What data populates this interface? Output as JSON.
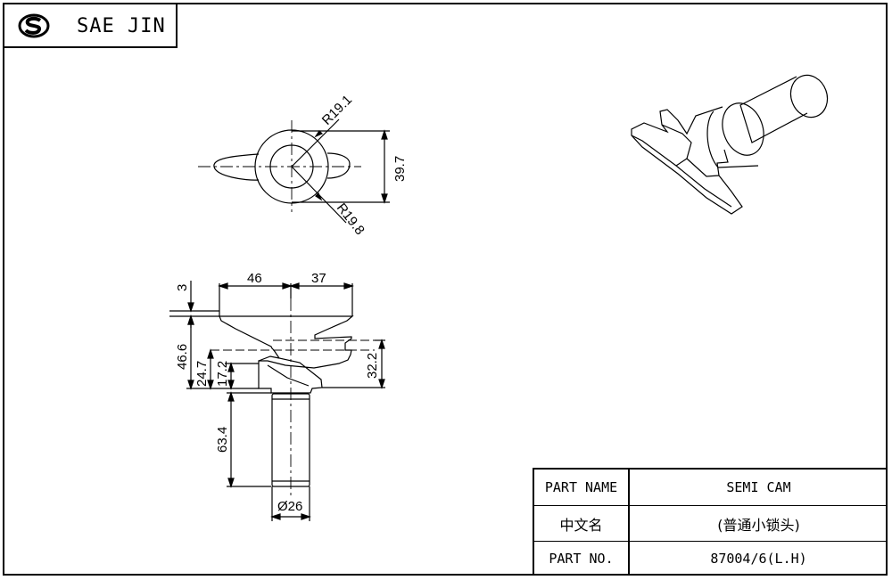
{
  "logo": {
    "brand": "SAE JIN",
    "mark_icon": "sae-jin-logo-icon"
  },
  "top_view": {
    "dims": {
      "r_outer": "R19.1",
      "r_inner": "R19.8",
      "height": "39.7"
    }
  },
  "side_view": {
    "dims": {
      "top_left_width": "46",
      "top_right_width": "37",
      "flange": "3",
      "overall": "46.6",
      "mid": "24.7",
      "lower": "17.2",
      "slot": "32.2",
      "shaft_len": "63.4",
      "shaft_dia": "Ø26"
    }
  },
  "title_block": {
    "part_name_label": "PART NAME",
    "part_name_value": "SEMI CAM",
    "chinese_name_label": "中文名",
    "chinese_name_value": "(普通小锁头)",
    "part_no_label": "PART NO.",
    "part_no_value": "87004/6(L.H)"
  }
}
